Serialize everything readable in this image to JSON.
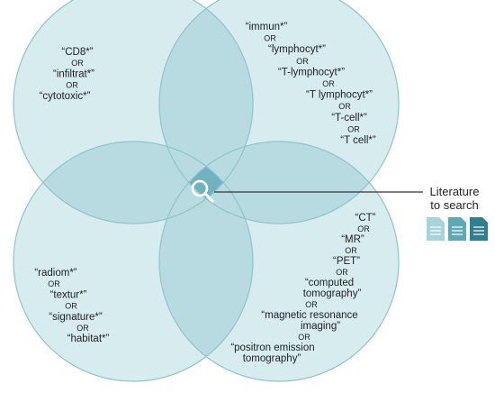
{
  "colors": {
    "circle_fill": "#d6ecef",
    "circle_stroke": "#8fc3cd",
    "overlap_pair": "#b7dbe1",
    "overlap_center": "#6fb3bf",
    "doc_light": "#a9d3da",
    "doc_mid": "#5fa9b5",
    "doc_dark": "#2f7f8c"
  },
  "icons": {
    "center": "magnifier-icon",
    "result": "document-stack-icon"
  },
  "sets": {
    "top_left": {
      "lines": [
        {
          "text": "“CD8*”",
          "role": "term"
        },
        {
          "text": "OR",
          "role": "op"
        },
        {
          "text": "“infiltrat*”",
          "role": "term"
        },
        {
          "text": "OR",
          "role": "op"
        },
        {
          "text": "“cytotoxic*”",
          "role": "term"
        }
      ]
    },
    "top_right": {
      "lines": [
        {
          "text": "“immun*”",
          "role": "term"
        },
        {
          "text": "OR",
          "role": "op"
        },
        {
          "text": "“lymphocyt*”",
          "role": "term"
        },
        {
          "text": "OR",
          "role": "op"
        },
        {
          "text": "“T-lymphocyt*”",
          "role": "term"
        },
        {
          "text": "OR",
          "role": "op"
        },
        {
          "text": "“T lymphocyt*”",
          "role": "term"
        },
        {
          "text": "OR",
          "role": "op"
        },
        {
          "text": "“T-cell*”",
          "role": "term"
        },
        {
          "text": "OR",
          "role": "op"
        },
        {
          "text": "“T cell*”",
          "role": "term"
        }
      ]
    },
    "bottom_left": {
      "lines": [
        {
          "text": "“radiom*”",
          "role": "term"
        },
        {
          "text": "OR",
          "role": "op"
        },
        {
          "text": "“textur*”",
          "role": "term"
        },
        {
          "text": "OR",
          "role": "op"
        },
        {
          "text": "“signature*”",
          "role": "term"
        },
        {
          "text": "OR",
          "role": "op"
        },
        {
          "text": "“habitat*”",
          "role": "term"
        }
      ]
    },
    "bottom_right": {
      "lines": [
        {
          "text": "“CT”",
          "role": "term"
        },
        {
          "text": "OR",
          "role": "op"
        },
        {
          "text": "“MR”",
          "role": "term"
        },
        {
          "text": "OR",
          "role": "op"
        },
        {
          "text": "“PET”",
          "role": "term"
        },
        {
          "text": "OR",
          "role": "op"
        },
        {
          "text": "“computed",
          "role": "term"
        },
        {
          "text": "tomography”",
          "role": "term"
        },
        {
          "text": "OR",
          "role": "op"
        },
        {
          "text": "“magnetic resonance",
          "role": "term"
        },
        {
          "text": "imaging”",
          "role": "term"
        },
        {
          "text": "OR",
          "role": "op"
        },
        {
          "text": "“positron emission",
          "role": "term"
        },
        {
          "text": "tomography”",
          "role": "term"
        }
      ]
    }
  },
  "result": {
    "label_line1": "Literature",
    "label_line2": "to search"
  }
}
